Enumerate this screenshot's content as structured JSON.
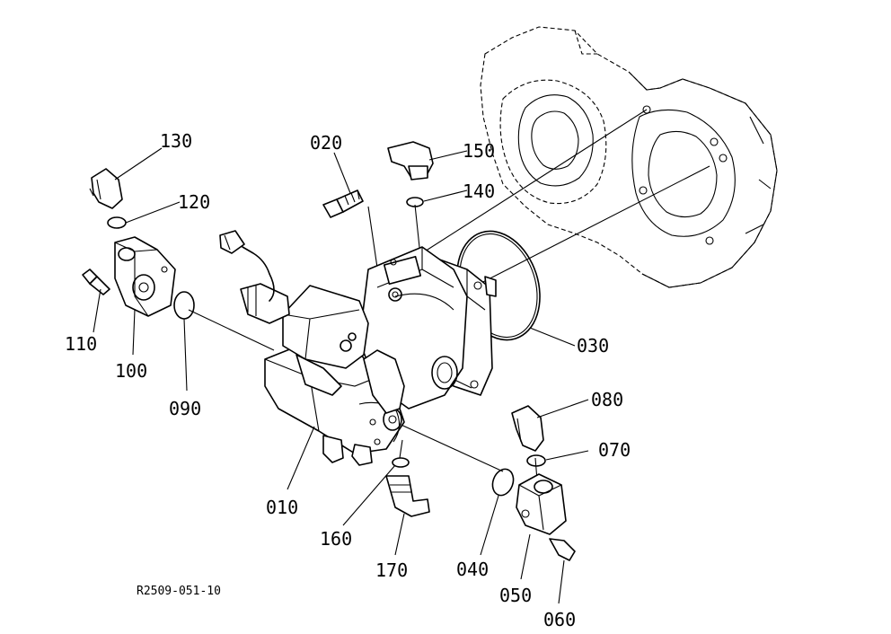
{
  "figure_ref": "R2509-051-10",
  "part_labels": {
    "p010": "010",
    "p020": "020",
    "p030": "030",
    "p040": "040",
    "p050": "050",
    "p060": "060",
    "p070": "070",
    "p080": "080",
    "p090": "090",
    "p100": "100",
    "p110": "110",
    "p120": "120",
    "p130": "130",
    "p140": "140",
    "p150": "150",
    "p160": "160",
    "p170": "170"
  }
}
